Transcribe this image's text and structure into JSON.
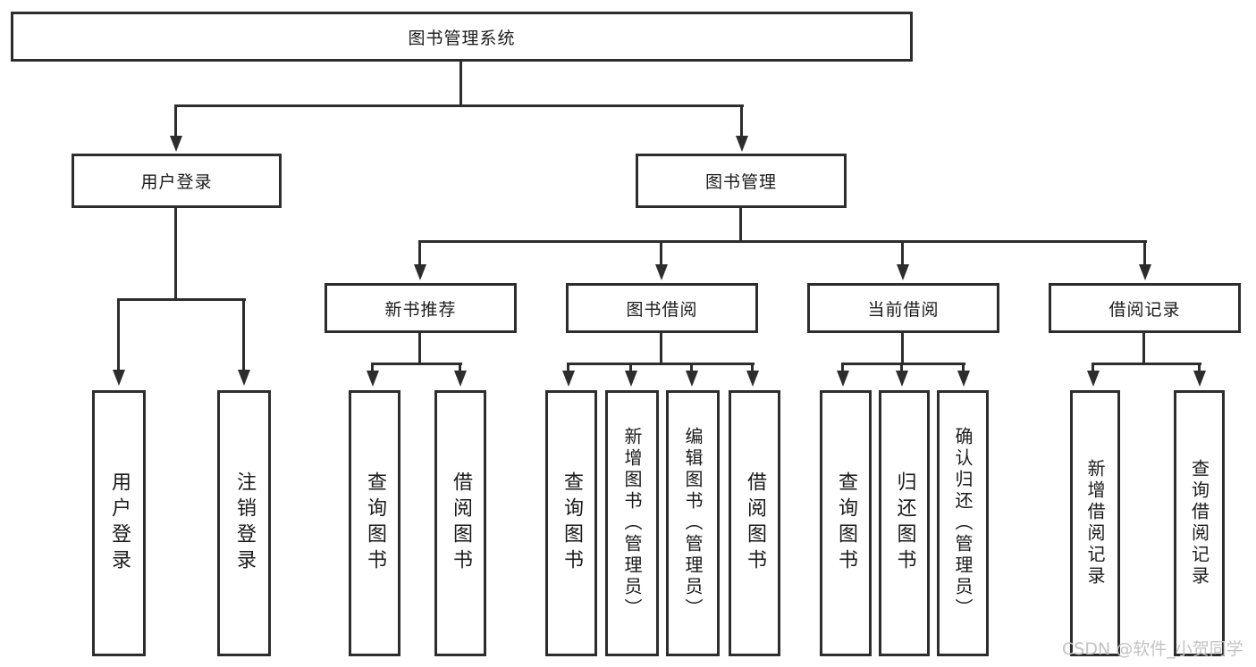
{
  "diagram": {
    "type": "tree",
    "root": {
      "label": "图书管理系统"
    },
    "branches": [
      {
        "label": "用户登录",
        "children": [
          {
            "label": "用户登录"
          },
          {
            "label": "注销登录"
          }
        ]
      },
      {
        "label": "图书管理",
        "children": [
          {
            "label": "新书推荐",
            "children": [
              {
                "label": "查询图书"
              },
              {
                "label": "借阅图书"
              }
            ]
          },
          {
            "label": "图书借阅",
            "children": [
              {
                "label": "查询图书"
              },
              {
                "label": "新增图书（管理员）"
              },
              {
                "label": "编辑图书（管理员）"
              },
              {
                "label": "借阅图书"
              }
            ]
          },
          {
            "label": "当前借阅",
            "children": [
              {
                "label": "查询图书"
              },
              {
                "label": "归还图书"
              },
              {
                "label": "确认归还（管理员）"
              }
            ]
          },
          {
            "label": "借阅记录",
            "children": [
              {
                "label": "新增借阅记录"
              },
              {
                "label": "查询借阅记录"
              }
            ]
          }
        ]
      }
    ]
  },
  "watermark": {
    "text": "CSDN @软件_小贺同学",
    "color": "#c3c3c3"
  },
  "colors": {
    "line": "#2d2d2d",
    "box_border": "#2d2d2d",
    "box_background": "#ffffff",
    "text": "#1b1b1b",
    "page_background": "#ffffff"
  }
}
